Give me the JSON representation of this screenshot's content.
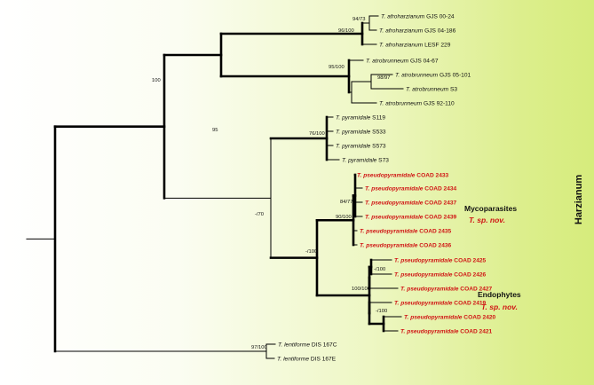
{
  "taxa": [
    {
      "genus": "T.",
      "species": "afroharzianum",
      "strain": "GJS 00-24",
      "highlight": false
    },
    {
      "genus": "T.",
      "species": "afroharzianum",
      "strain": "GJS 04-186",
      "highlight": false
    },
    {
      "genus": "T.",
      "species": "afroharzianum",
      "strain": "LESF 229",
      "highlight": false
    },
    {
      "genus": "T.",
      "species": "atrobrunneum",
      "strain": "GJS 04-67",
      "highlight": false
    },
    {
      "genus": "T.",
      "species": "atrobrunneum",
      "strain": "GJS 05-101",
      "highlight": false
    },
    {
      "genus": "T.",
      "species": "atrobrunneum",
      "strain": "S3",
      "highlight": false
    },
    {
      "genus": "T.",
      "species": "atrobrunneum",
      "strain": "GJS 92-110",
      "highlight": false
    },
    {
      "genus": "T.",
      "species": "pyramidale",
      "strain": "S119",
      "highlight": false
    },
    {
      "genus": "T.",
      "species": "pyramidale",
      "strain": "S533",
      "highlight": false
    },
    {
      "genus": "T.",
      "species": "pyramidale",
      "strain": "S573",
      "highlight": false
    },
    {
      "genus": "T.",
      "species": "pyramidale",
      "strain": "S73",
      "highlight": false
    },
    {
      "genus": "T.",
      "species": "pseudopyramidale",
      "strain": "COAD 2433",
      "highlight": true
    },
    {
      "genus": "T.",
      "species": "pseudopyramidale",
      "strain": "COAD 2434",
      "highlight": true
    },
    {
      "genus": "T.",
      "species": "pseudopyramidale",
      "strain": "COAD 2437",
      "highlight": true
    },
    {
      "genus": "T.",
      "species": "pseudopyramidale",
      "strain": "COAD 2439",
      "highlight": true
    },
    {
      "genus": "T.",
      "species": "pseudopyramidale",
      "strain": "COAD 2435",
      "highlight": true
    },
    {
      "genus": "T.",
      "species": "pseudopyramidale",
      "strain": "COAD 2436",
      "highlight": true
    },
    {
      "genus": "T.",
      "species": "pseudopyramidale",
      "strain": "COAD 2425",
      "highlight": true
    },
    {
      "genus": "T.",
      "species": "pseudopyramidale",
      "strain": "COAD 2426",
      "highlight": true
    },
    {
      "genus": "T.",
      "species": "pseudopyramidale",
      "strain": "COAD 2427",
      "highlight": true
    },
    {
      "genus": "T.",
      "species": "pseudopyramidale",
      "strain": "COAD 2419",
      "highlight": true
    },
    {
      "genus": "T.",
      "species": "pseudopyramidale",
      "strain": "COAD 2420",
      "highlight": true
    },
    {
      "genus": "T.",
      "species": "pseudopyramidale",
      "strain": "COAD 2421",
      "highlight": true
    },
    {
      "genus": "T.",
      "species": "lentiforme",
      "strain": "DIS 167C",
      "highlight": false
    },
    {
      "genus": "T.",
      "species": "lentiforme",
      "strain": "DIS 167E",
      "highlight": false
    }
  ],
  "support_values": [
    "94/73",
    "96/100",
    "98/97",
    "95/100",
    "100",
    "76/100",
    "95",
    "84/77",
    "90/100",
    "-/70",
    "-/100",
    "-/100",
    "-/100",
    "100/100",
    "97/100"
  ],
  "groups": {
    "mycoparasites": {
      "label": "Mycoparasites",
      "sublabel": "T. sp. nov."
    },
    "endophytes": {
      "label": "Endophytes",
      "sublabel": "T. sp. nov."
    }
  },
  "section_label": "Harzianum",
  "colors": {
    "highlight": "#d01414",
    "band": "#d6ec7c"
  }
}
